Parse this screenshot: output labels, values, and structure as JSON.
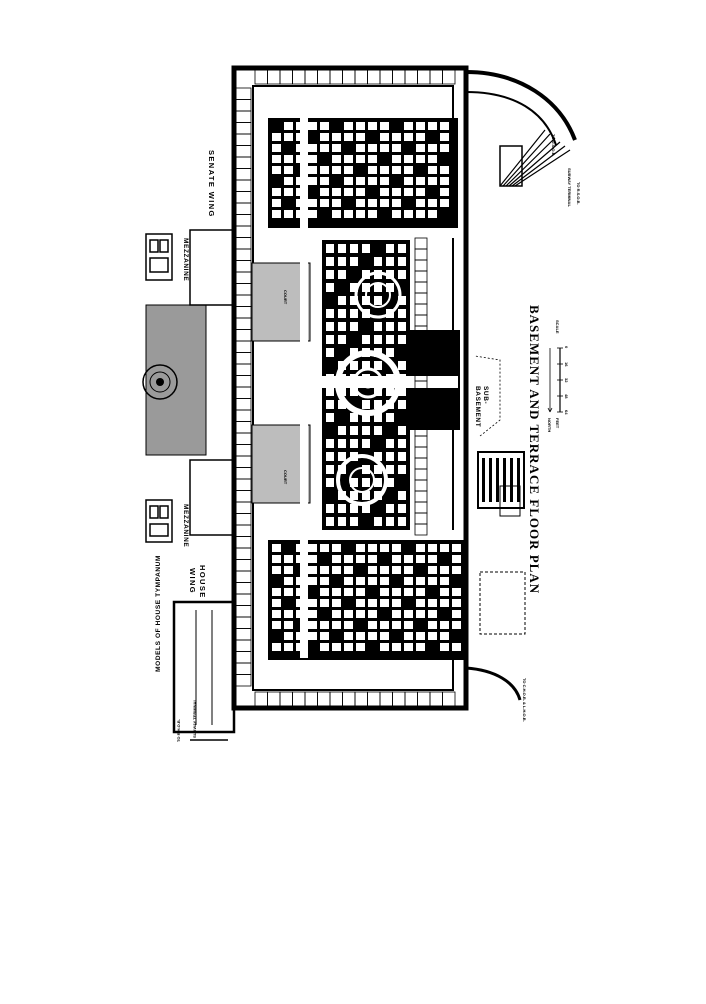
{
  "plan": {
    "title": "BASEMENT AND TERRACE FLOOR PLAN",
    "labels": {
      "senate_wing": "SENATE WING",
      "house_wing_line1": "HOUSE",
      "house_wing_line2": "WING",
      "models": "MODELS OF HOUSE TYMPANUM",
      "mezzanine": "MEZZANINE",
      "court": "COURT",
      "sub_basement_line1": "SUB-",
      "sub_basement_line2": "BASEMENT",
      "subway_terminal": "SUBWAY TERMINAL",
      "to_rhob": "TO R.H.O.B.",
      "to_chob_lhob": "TO C.H.O.B. & L.H.O.B.",
      "to_rsob": "TO R.S.O.B.",
      "to_dsob": "TO D.S.O.B.",
      "scale": "SCALE",
      "scale_unit": "FEET",
      "north": "NORTH"
    },
    "scale_ticks": [
      "0",
      "16",
      "32",
      "48",
      "64"
    ],
    "colors": {
      "ink": "#000000",
      "paper": "#ffffff",
      "court_fill": "#bdbdbd"
    }
  }
}
